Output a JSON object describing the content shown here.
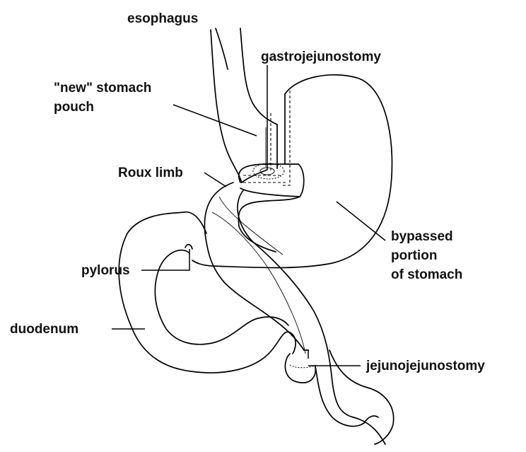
{
  "labels": {
    "esophagus": "esophagus",
    "gastrojejunostomy": "gastrojejunostomy",
    "new_stomach_pouch_line1": "\"new\" stomach",
    "new_stomach_pouch_line2": "pouch",
    "roux_limb": "Roux limb",
    "bypassed_line1": "bypassed",
    "bypassed_line2": "portion",
    "bypassed_line3": "of stomach",
    "pylorus": "pylorus",
    "duodenum": "duodenum",
    "jejunojejunostomy": "jejunojejunostomy"
  }
}
